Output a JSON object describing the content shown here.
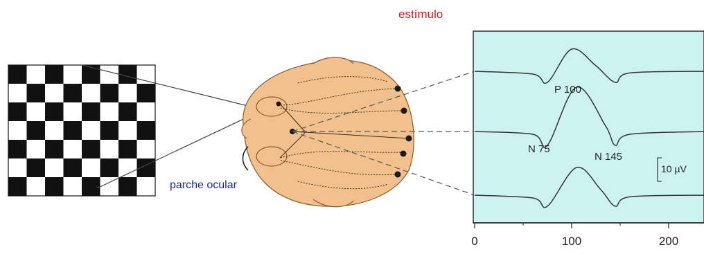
{
  "labels": {
    "stimulus": "estímulo",
    "eye_patch": "parche ocular",
    "p100": "P 100",
    "n75": "N 75",
    "n145": "N 145",
    "scale": "10 µV"
  },
  "axis": {
    "x_ticks": [
      {
        "value": 0,
        "label": "0"
      },
      {
        "value": 100,
        "label": "100"
      },
      {
        "value": 200,
        "label": "200"
      }
    ],
    "x_range": [
      0,
      240
    ]
  },
  "colors": {
    "stimulus_text": "#d21e1e",
    "patch_text": "#1d2a8a",
    "panel_bg": "#cdf3f1",
    "head_fill": "#f2c08c",
    "head_stroke": "#8a5a2c"
  },
  "chart_data": {
    "type": "line",
    "title": "",
    "xlabel": "",
    "ylabel": "",
    "xlim": [
      0,
      240
    ],
    "x_ticks": [
      0,
      100,
      200
    ],
    "series": [
      {
        "x": [
          0,
          60,
          75,
          100,
          125,
          145,
          160,
          240
        ],
        "y": [
          0,
          -0.5,
          -2,
          4,
          1,
          -2,
          -0.3,
          0
        ]
      },
      {
        "x": [
          0,
          60,
          75,
          105,
          135,
          145,
          160,
          240
        ],
        "y": [
          0,
          -0.5,
          -2.5,
          8,
          1,
          -2.5,
          -0.5,
          0
        ]
      },
      {
        "x": [
          0,
          60,
          75,
          105,
          130,
          145,
          160,
          240
        ],
        "y": [
          0,
          -0.5,
          -2,
          5,
          1,
          -2,
          -0.3,
          0
        ]
      }
    ]
  }
}
